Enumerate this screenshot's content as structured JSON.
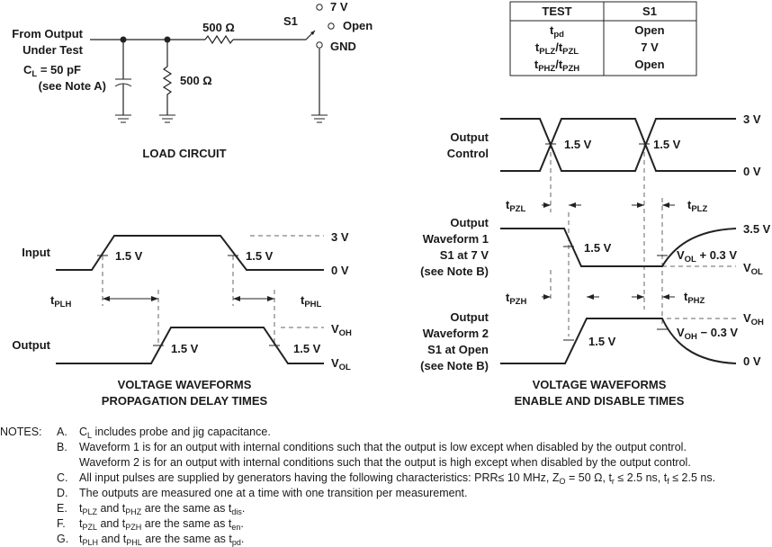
{
  "load_circuit": {
    "from_output_l1": "From Output",
    "from_output_l2": "Under Test",
    "cl_pre": "C",
    "cl_sub": "L",
    "cl_post": " = 50 pF",
    "see_note_a": "(see Note A)",
    "r_series": "500 Ω",
    "r_shunt": "500 Ω",
    "switch_name": "S1",
    "pos_7v": "7 V",
    "pos_open": "Open",
    "pos_gnd": "GND",
    "caption": "LOAD CIRCUIT"
  },
  "table": {
    "headers": [
      "TEST",
      "S1"
    ],
    "rows": [
      {
        "test_main": "t",
        "test_sub": "pd",
        "test_sub2": "",
        "value": "Open"
      },
      {
        "test_main": "t",
        "test_sub": "PLZ",
        "test_sub2": "PZL",
        "value": "7 V"
      },
      {
        "test_main": "t",
        "test_sub": "PHZ",
        "test_sub2": "PZH",
        "value": "Open"
      }
    ]
  },
  "prop_delay": {
    "input_label": "Input",
    "output_label": "Output",
    "lvl_3v": "3 V",
    "lvl_0v": "0 V",
    "lvl_voh": "V",
    "lvl_voh_sub": "OH",
    "lvl_vol": "V",
    "lvl_vol_sub": "OL",
    "v15": "1.5 V",
    "tplh": "t",
    "tplh_sub": "PLH",
    "tphl": "t",
    "tphl_sub": "PHL",
    "caption_l1": "VOLTAGE WAVEFORMS",
    "caption_l2": "PROPAGATION DELAY TIMES"
  },
  "enable_disable": {
    "oc_l1": "Output",
    "oc_l2": "Control",
    "w1_l1": "Output",
    "w1_l2": "Waveform 1",
    "w1_l3": "S1 at 7 V",
    "w1_l4": "(see Note B)",
    "w2_l1": "Output",
    "w2_l2": "Waveform 2",
    "w2_l3": "S1 at Open",
    "w2_l4": "(see Note B)",
    "lvl_3v": "3 V",
    "lvl_0v": "0 V",
    "lvl_35v": "3.5 V",
    "v15": "1.5 V",
    "vol_plus": "V",
    "vol_plus_sub": "OL",
    "vol_plus_post": " + 0.3 V",
    "vol": "V",
    "vol_sub": "OL",
    "voh": "V",
    "voh_sub": "OH",
    "voh_minus": "V",
    "voh_minus_sub": "OH",
    "voh_minus_post": " − 0.3 V",
    "tpzl": "t",
    "tpzl_sub": "PZL",
    "tplz": "t",
    "tplz_sub": "PLZ",
    "tpzh": "t",
    "tpzh_sub": "PZH",
    "tphz": "t",
    "tphz_sub": "PHZ",
    "caption_l1": "VOLTAGE WAVEFORMS",
    "caption_l2": "ENABLE AND DISABLE TIMES"
  },
  "notes": {
    "heading": "NOTES:",
    "a": {
      "letter": "A.",
      "t1": "C",
      "s1": "L",
      "t2": " includes probe and jig capacitance."
    },
    "b1": {
      "letter": "B.",
      "text": "Waveform 1 is for an output with internal conditions such that the output is low except when disabled by the output control."
    },
    "b2": {
      "text": "Waveform 2 is for an output with internal conditions such that the output is high except when disabled by the output control."
    },
    "c": {
      "letter": "C.",
      "t1": "All input pulses are supplied by generators having the following characteristics: PRR≤ 10 MHz, Z",
      "s1": "O",
      "t2": " = 50 Ω, t",
      "s2": "r",
      "t3": " ≤ 2.5 ns, t",
      "s3": "f",
      "t4": " ≤ 2.5 ns."
    },
    "d": {
      "letter": "D.",
      "text": "The outputs are measured one at a time with one transition per measurement."
    },
    "e": {
      "letter": "E.",
      "t1": "t",
      "s1": "PLZ",
      "t2": " and t",
      "s2": "PHZ",
      "t3": " are the same as t",
      "s3": "dis",
      "t4": "."
    },
    "f": {
      "letter": "F.",
      "t1": "t",
      "s1": "PZL",
      "t2": " and t",
      "s2": "PZH",
      "t3": " are the same as t",
      "s3": "en",
      "t4": "."
    },
    "g": {
      "letter": "G.",
      "t1": "t",
      "s1": "PLH",
      "t2": " and t",
      "s2": "PHL",
      "t3": " are the same as t",
      "s3": "pd",
      "t4": "."
    }
  }
}
